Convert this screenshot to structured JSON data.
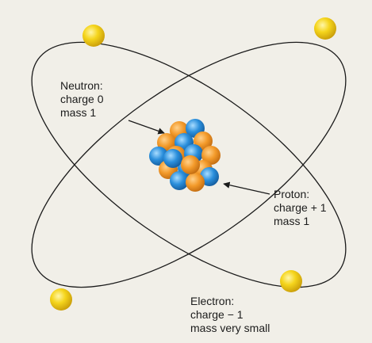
{
  "labels": {
    "neutron": {
      "title": "Neutron:",
      "charge": "charge 0",
      "mass": "mass 1"
    },
    "proton": {
      "title": "Proton:",
      "charge": "charge  + 1",
      "mass": "mass 1"
    },
    "electron": {
      "title": "Electron:",
      "charge": "charge  − 1",
      "mass": "mass very small"
    }
  },
  "colors": {
    "background": "#f1efe8",
    "orbit": "#1a1a1a",
    "electron": "#f2d01c",
    "neutron": "#f0982a",
    "proton": "#2a8ad8"
  }
}
